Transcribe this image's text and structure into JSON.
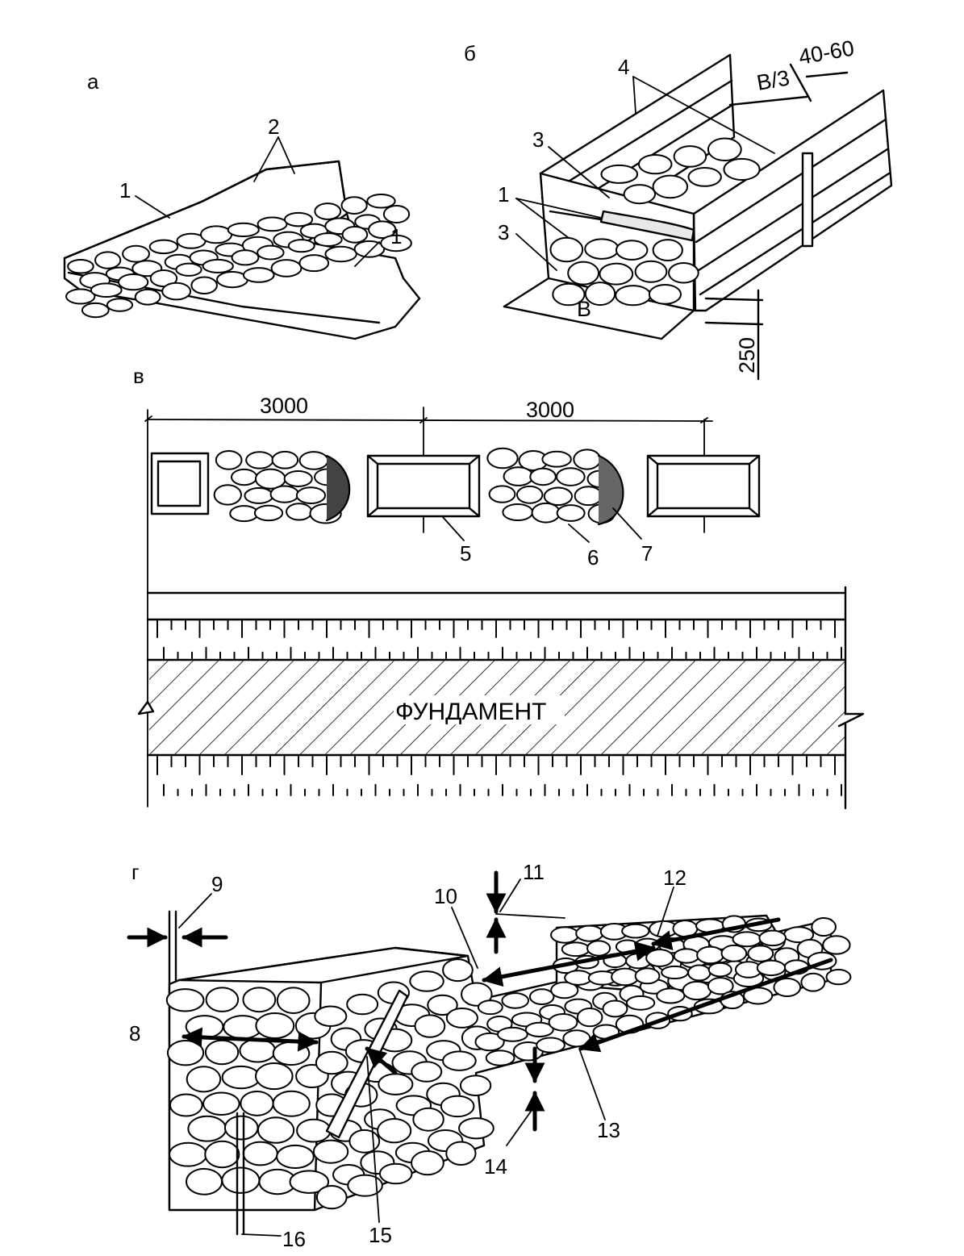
{
  "panels": {
    "a": {
      "letter": "а",
      "callouts": [
        "1",
        "2",
        "1"
      ]
    },
    "b": {
      "letter": "б",
      "callouts": [
        "4",
        "3",
        "1",
        "3"
      ],
      "dim_gap": "40-60",
      "dim_third": "В/3",
      "dim_width": "В",
      "dim_height": "250"
    },
    "v": {
      "letter": "в",
      "dim_spacing_1": "3000",
      "dim_spacing_2": "3000",
      "callouts": [
        "5",
        "6",
        "7"
      ],
      "foundation_label": "ФУНДАМЕНТ"
    },
    "g": {
      "letter": "г",
      "callouts": [
        "9",
        "11",
        "10",
        "12",
        "8",
        "13",
        "14",
        "15",
        "16"
      ]
    }
  },
  "colors": {
    "ink": "#000000",
    "paper": "#ffffff"
  }
}
